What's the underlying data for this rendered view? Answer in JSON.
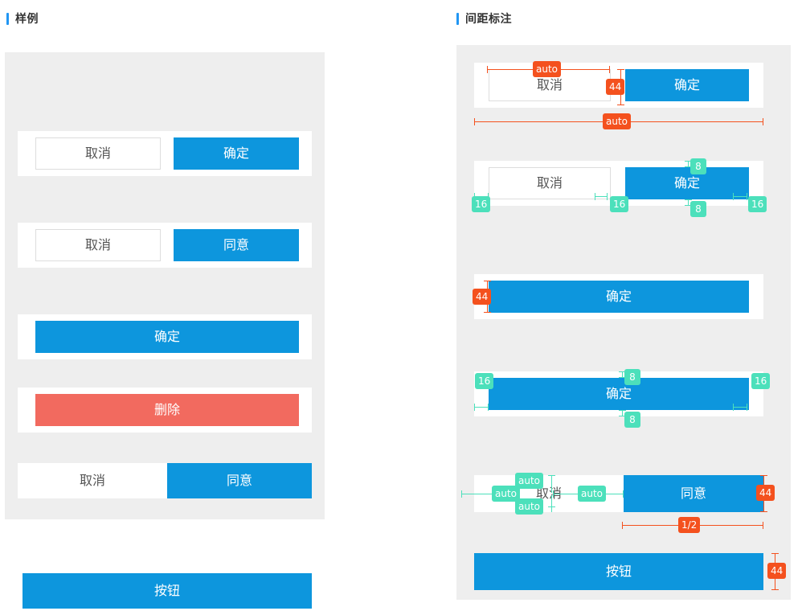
{
  "sections": {
    "left": {
      "title": "样例"
    },
    "right": {
      "title": "间距标注"
    }
  },
  "colors": {
    "accent_blue": "#2196f3",
    "primary": "#0d96dd",
    "danger": "#f26a5f",
    "panel_bg": "#eeeeee",
    "card_bg": "#ffffff",
    "annotation_orange": "#f4511e",
    "annotation_green": "#4ce0bb",
    "ghost_border": "#dddddd",
    "ghost_text": "#555555"
  },
  "labels": {
    "cancel": "取消",
    "confirm": "确定",
    "agree": "同意",
    "delete": "删除",
    "button": "按钮"
  },
  "samples": [
    {
      "id": "row-1",
      "type": "pair",
      "buttons": [
        {
          "label": "取消",
          "style": "ghost"
        },
        {
          "label": "确定",
          "style": "primary"
        }
      ]
    },
    {
      "id": "row-2",
      "type": "pair",
      "buttons": [
        {
          "label": "取消",
          "style": "ghost"
        },
        {
          "label": "同意",
          "style": "primary"
        }
      ]
    },
    {
      "id": "row-3",
      "type": "single",
      "buttons": [
        {
          "label": "确定",
          "style": "primary"
        }
      ]
    },
    {
      "id": "row-4",
      "type": "single",
      "buttons": [
        {
          "label": "删除",
          "style": "danger"
        }
      ]
    },
    {
      "id": "row-5",
      "type": "split",
      "buttons": [
        {
          "label": "取消",
          "style": "flat"
        },
        {
          "label": "同意",
          "style": "primary"
        }
      ]
    },
    {
      "id": "row-6",
      "type": "full",
      "buttons": [
        {
          "label": "按钮",
          "style": "primary"
        }
      ]
    }
  ],
  "annotations": [
    {
      "id": "spec-1",
      "buttons": [
        {
          "label": "取消",
          "style": "ghost"
        },
        {
          "label": "确定",
          "style": "primary"
        }
      ],
      "measures": [
        {
          "name": "cancel-width",
          "value": "auto",
          "color": "orange",
          "orientation": "horizontal"
        },
        {
          "name": "gutter-height",
          "value": "44",
          "color": "orange",
          "orientation": "vertical"
        },
        {
          "name": "row-width",
          "value": "auto",
          "color": "orange",
          "orientation": "horizontal"
        }
      ]
    },
    {
      "id": "spec-2",
      "buttons": [
        {
          "label": "取消",
          "style": "ghost"
        },
        {
          "label": "确定",
          "style": "primary"
        }
      ],
      "measures": [
        {
          "name": "left-inset",
          "value": "16",
          "color": "green",
          "orientation": "horizontal"
        },
        {
          "name": "middle-gap",
          "value": "16",
          "color": "green",
          "orientation": "horizontal"
        },
        {
          "name": "right-inset",
          "value": "16",
          "color": "green",
          "orientation": "horizontal"
        },
        {
          "name": "top-inset",
          "value": "8",
          "color": "green",
          "orientation": "vertical"
        },
        {
          "name": "bottom-inset",
          "value": "8",
          "color": "green",
          "orientation": "vertical"
        }
      ]
    },
    {
      "id": "spec-3",
      "buttons": [
        {
          "label": "确定",
          "style": "primary"
        }
      ],
      "measures": [
        {
          "name": "button-height",
          "value": "44",
          "color": "orange",
          "orientation": "vertical"
        }
      ]
    },
    {
      "id": "spec-4",
      "buttons": [
        {
          "label": "确定",
          "style": "primary"
        }
      ],
      "measures": [
        {
          "name": "left-inset",
          "value": "16",
          "color": "green",
          "orientation": "horizontal"
        },
        {
          "name": "right-inset",
          "value": "16",
          "color": "green",
          "orientation": "horizontal"
        },
        {
          "name": "top-inset",
          "value": "8",
          "color": "green",
          "orientation": "vertical"
        },
        {
          "name": "bottom-inset",
          "value": "8",
          "color": "green",
          "orientation": "vertical"
        }
      ]
    },
    {
      "id": "spec-5",
      "buttons": [
        {
          "label": "取消",
          "style": "flat"
        },
        {
          "label": "同意",
          "style": "primary"
        }
      ],
      "measures": [
        {
          "name": "left-gap",
          "value": "auto",
          "color": "green",
          "orientation": "horizontal"
        },
        {
          "name": "top-gap",
          "value": "auto",
          "color": "green",
          "orientation": "vertical"
        },
        {
          "name": "bottom-gap",
          "value": "auto",
          "color": "green",
          "orientation": "vertical"
        },
        {
          "name": "middle-gap",
          "value": "auto",
          "color": "green",
          "orientation": "horizontal"
        },
        {
          "name": "row-height",
          "value": "44",
          "color": "orange",
          "orientation": "vertical"
        },
        {
          "name": "agree-width",
          "value": "1/2",
          "color": "orange",
          "orientation": "horizontal"
        }
      ]
    },
    {
      "id": "spec-6",
      "buttons": [
        {
          "label": "按钮",
          "style": "primary"
        }
      ],
      "measures": [
        {
          "name": "button-height",
          "value": "44",
          "color": "orange",
          "orientation": "vertical"
        }
      ]
    }
  ]
}
